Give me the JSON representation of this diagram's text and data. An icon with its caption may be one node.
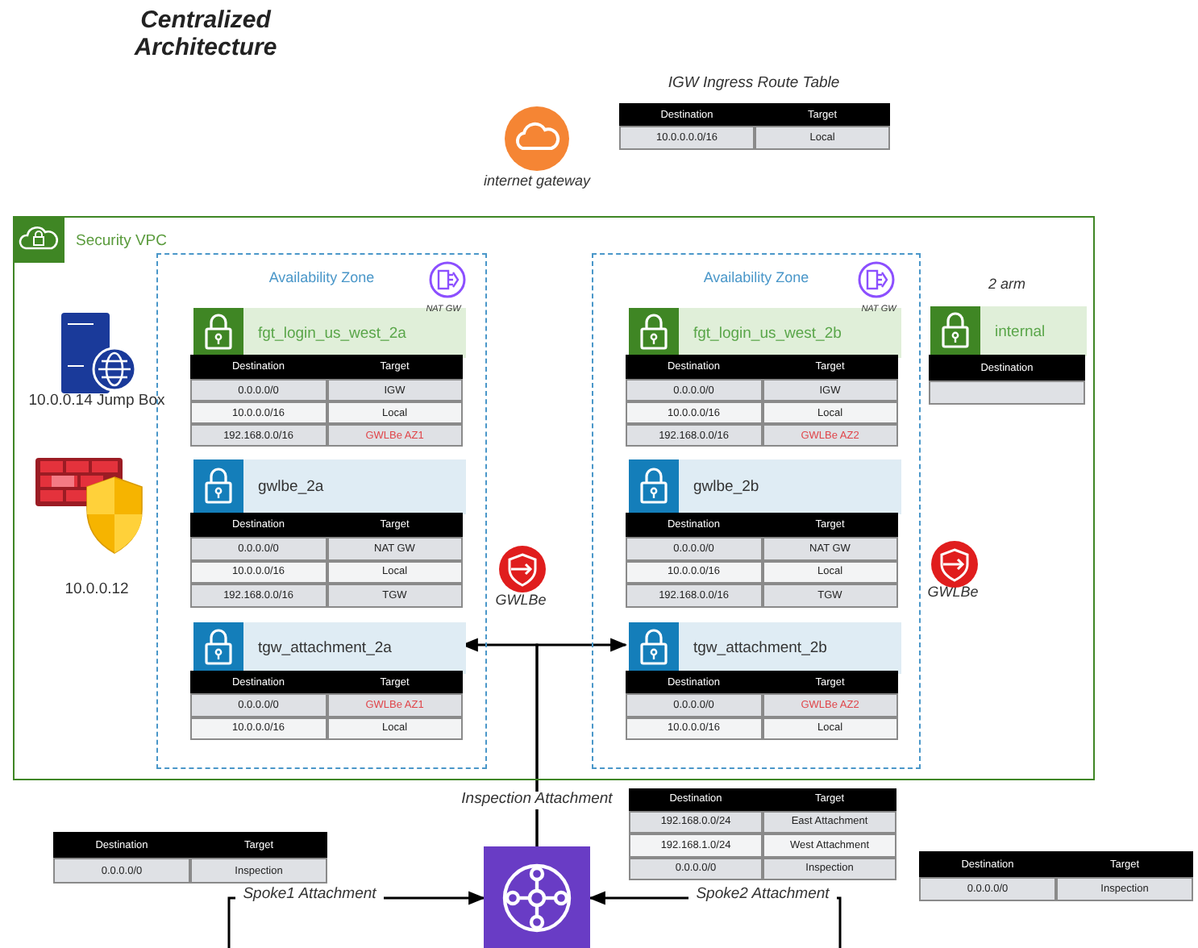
{
  "diagram": {
    "title": "Centralized Architecture",
    "nodes": [
      {
        "text": [
          "Security VPC"
        ]
      },
      {
        "text": [
          "Availability Zone"
        ],
        "in": 0
      },
      {
        "text": [
          "Availability Zone"
        ],
        "in": 0
      },
      {
        "text": [
          "fgt_login_us_west_2a"
        ],
        "in": 1
      },
      {
        "text": [
          "gwlbe_2a"
        ],
        "in": 1
      },
      {
        "text": [
          "tgw_attachment_2a"
        ],
        "in": 1
      },
      {
        "text": [
          "fgt_login_us_west_2b"
        ],
        "in": 2
      },
      {
        "text": [
          "gwlbe_2b"
        ],
        "in": 2
      },
      {
        "text": [
          "tgw_attachment_2b"
        ],
        "in": 2
      },
      {
        "text": [
          "internal"
        ],
        "in": 0
      },
      {
        "text": [],
        "shape": "picture"
      }
    ],
    "edges": [
      {
        "from": 10,
        "to": 5,
        "arrow": "to",
        "label": "Inspection Attachment"
      },
      {
        "from": 10,
        "to": 8,
        "arrow": "to"
      },
      {
        "from": null,
        "to": 10,
        "arrow": "to",
        "label": "Spoke1 Attachment"
      },
      {
        "from": null,
        "to": 10,
        "arrow": "to",
        "label": "Spoke2 Attachment"
      }
    ],
    "labels": [
      "IGW Ingress Route Table",
      "Destination",
      "Target",
      "10.0.0.0.0/16",
      "Local",
      "internet gateway",
      "NAT GW",
      "NAT GW",
      "2 arm",
      "10.0.0.14 Jump Box",
      "10.0.0.12",
      "Destination",
      "Target",
      "0.0.0.0/0",
      "IGW",
      "10.0.0.0/16",
      "Local",
      "192.168.0.0/16",
      "GWLBe AZ1",
      "Destination",
      "Target",
      "0.0.0.0/0",
      "IGW",
      "10.0.0.0/16",
      "Local",
      "192.168.0.0/16",
      "GWLBe AZ2",
      "Destination",
      "Destination",
      "Target",
      "0.0.0.0/0",
      "NAT GW",
      "10.0.0.0/16",
      "Local",
      "192.168.0.0/16",
      "TGW",
      "GWLBe",
      "Destination",
      "Target",
      "0.0.0.0/0",
      "NAT GW",
      "10.0.0.0/16",
      "Local",
      "192.168.0.0/16",
      "TGW",
      "GWLBe",
      "Destination",
      "Target",
      "0.0.0.0/0",
      "GWLBe AZ1",
      "10.0.0.0/16",
      "Local",
      "Destination",
      "Target",
      "0.0.0.0/0",
      "GWLBe AZ2",
      "10.0.0.0/16",
      "Local",
      "Destination",
      "Target",
      "0.0.0.0/0",
      "Inspection",
      "Destination",
      "Target",
      "192.168.0.0/24",
      "East Attachment",
      "192.168.1.0/24",
      "West Attachment",
      "0.0.0.0/0",
      "Inspection",
      "Destination",
      "Target",
      "0.0.0.0/0",
      "Inspection"
    ]
  }
}
